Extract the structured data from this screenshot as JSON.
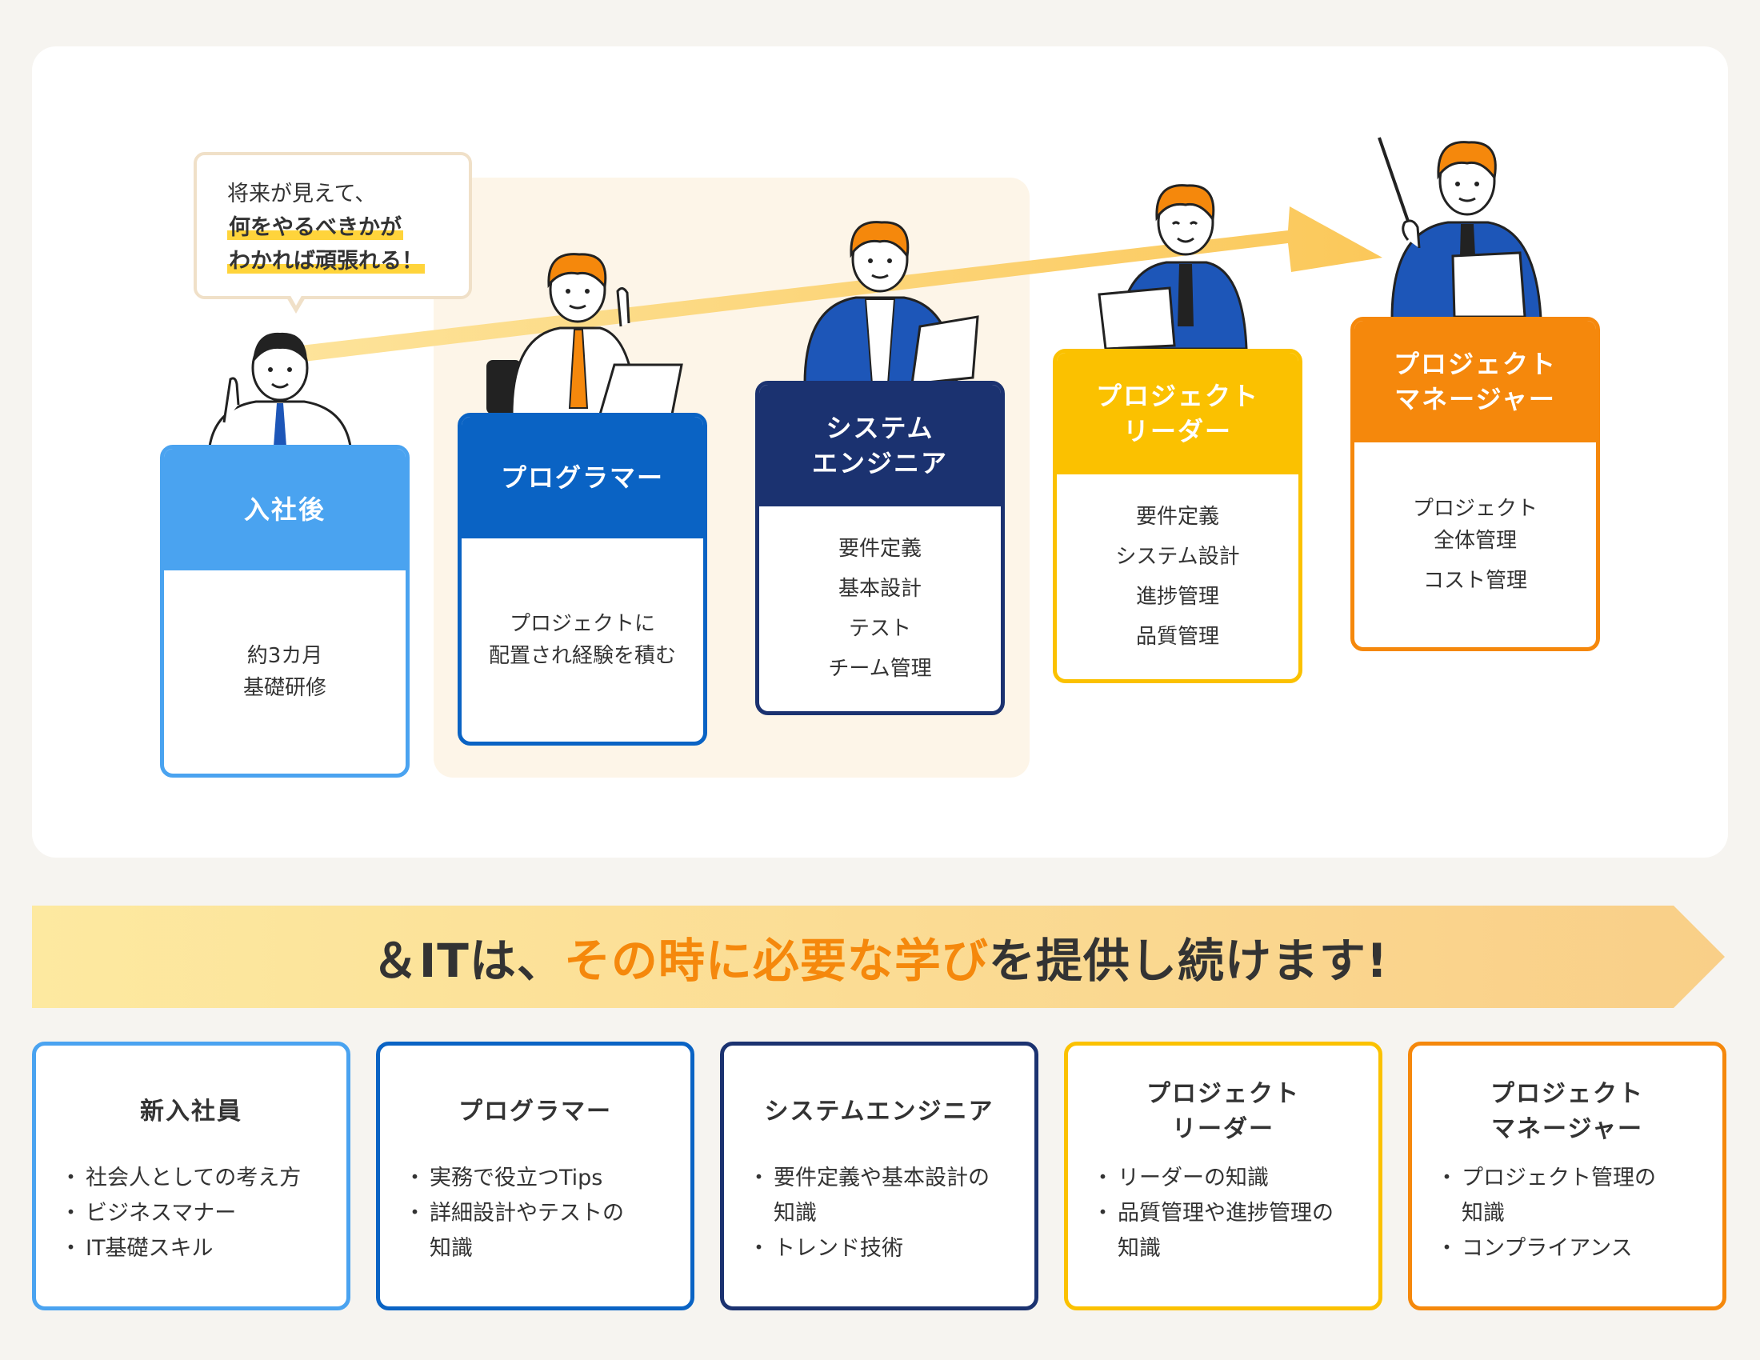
{
  "bubble": {
    "line1": "将来が見えて、",
    "line2": "何をやるべきかが",
    "line3": "わかれば頑張れる！"
  },
  "stages": [
    {
      "title_lines": [
        "入社後"
      ],
      "body_lines": [
        "約3カ月",
        "基礎研修"
      ]
    },
    {
      "title_lines": [
        "プログラマー"
      ],
      "body_lines": [
        "プロジェクトに",
        "配置され経験を積む"
      ]
    },
    {
      "title_lines": [
        "システム",
        "エンジニア"
      ],
      "body_lines": [
        "要件定義",
        "基本設計",
        "テスト",
        "チーム管理"
      ]
    },
    {
      "title_lines": [
        "プロジェクト",
        "リーダー"
      ],
      "body_lines": [
        "要件定義",
        "システム設計",
        "進捗管理",
        "品質管理"
      ]
    },
    {
      "title_lines": [
        "プロジェクト",
        "マネージャー"
      ],
      "body_lines": [
        "プロジェクト",
        "全体管理",
        "コスト管理"
      ]
    }
  ],
  "banner": {
    "prefix": "＆ITは、",
    "highlight": "その時に必要な学び",
    "suffix": "を提供し続けます!"
  },
  "learning": [
    {
      "title_lines": [
        "新入社員"
      ],
      "items": [
        "社会人としての考え方",
        "ビジネスマナー",
        "IT基礎スキル"
      ]
    },
    {
      "title_lines": [
        "プログラマー"
      ],
      "items": [
        "実務で役立つTips",
        "詳細設計やテストの\n知識"
      ]
    },
    {
      "title_lines": [
        "システムエンジニア"
      ],
      "items": [
        "要件定義や基本設計の\n知識",
        "トレンド技術"
      ]
    },
    {
      "title_lines": [
        "プロジェクト",
        "リーダー"
      ],
      "items": [
        "リーダーの知識",
        "品質管理や進捗管理の\n知識"
      ]
    },
    {
      "title_lines": [
        "プロジェクト",
        "マネージャー"
      ],
      "items": [
        "プロジェクト管理の\n知識",
        "コンプライアンス"
      ]
    }
  ],
  "colors": {
    "newhire": "#4aa3f0",
    "programmer": "#0a63c4",
    "system_engineer": "#1b3270",
    "project_leader": "#fbc100",
    "project_manager": "#f5880c",
    "accent_text": "#f5880c"
  }
}
